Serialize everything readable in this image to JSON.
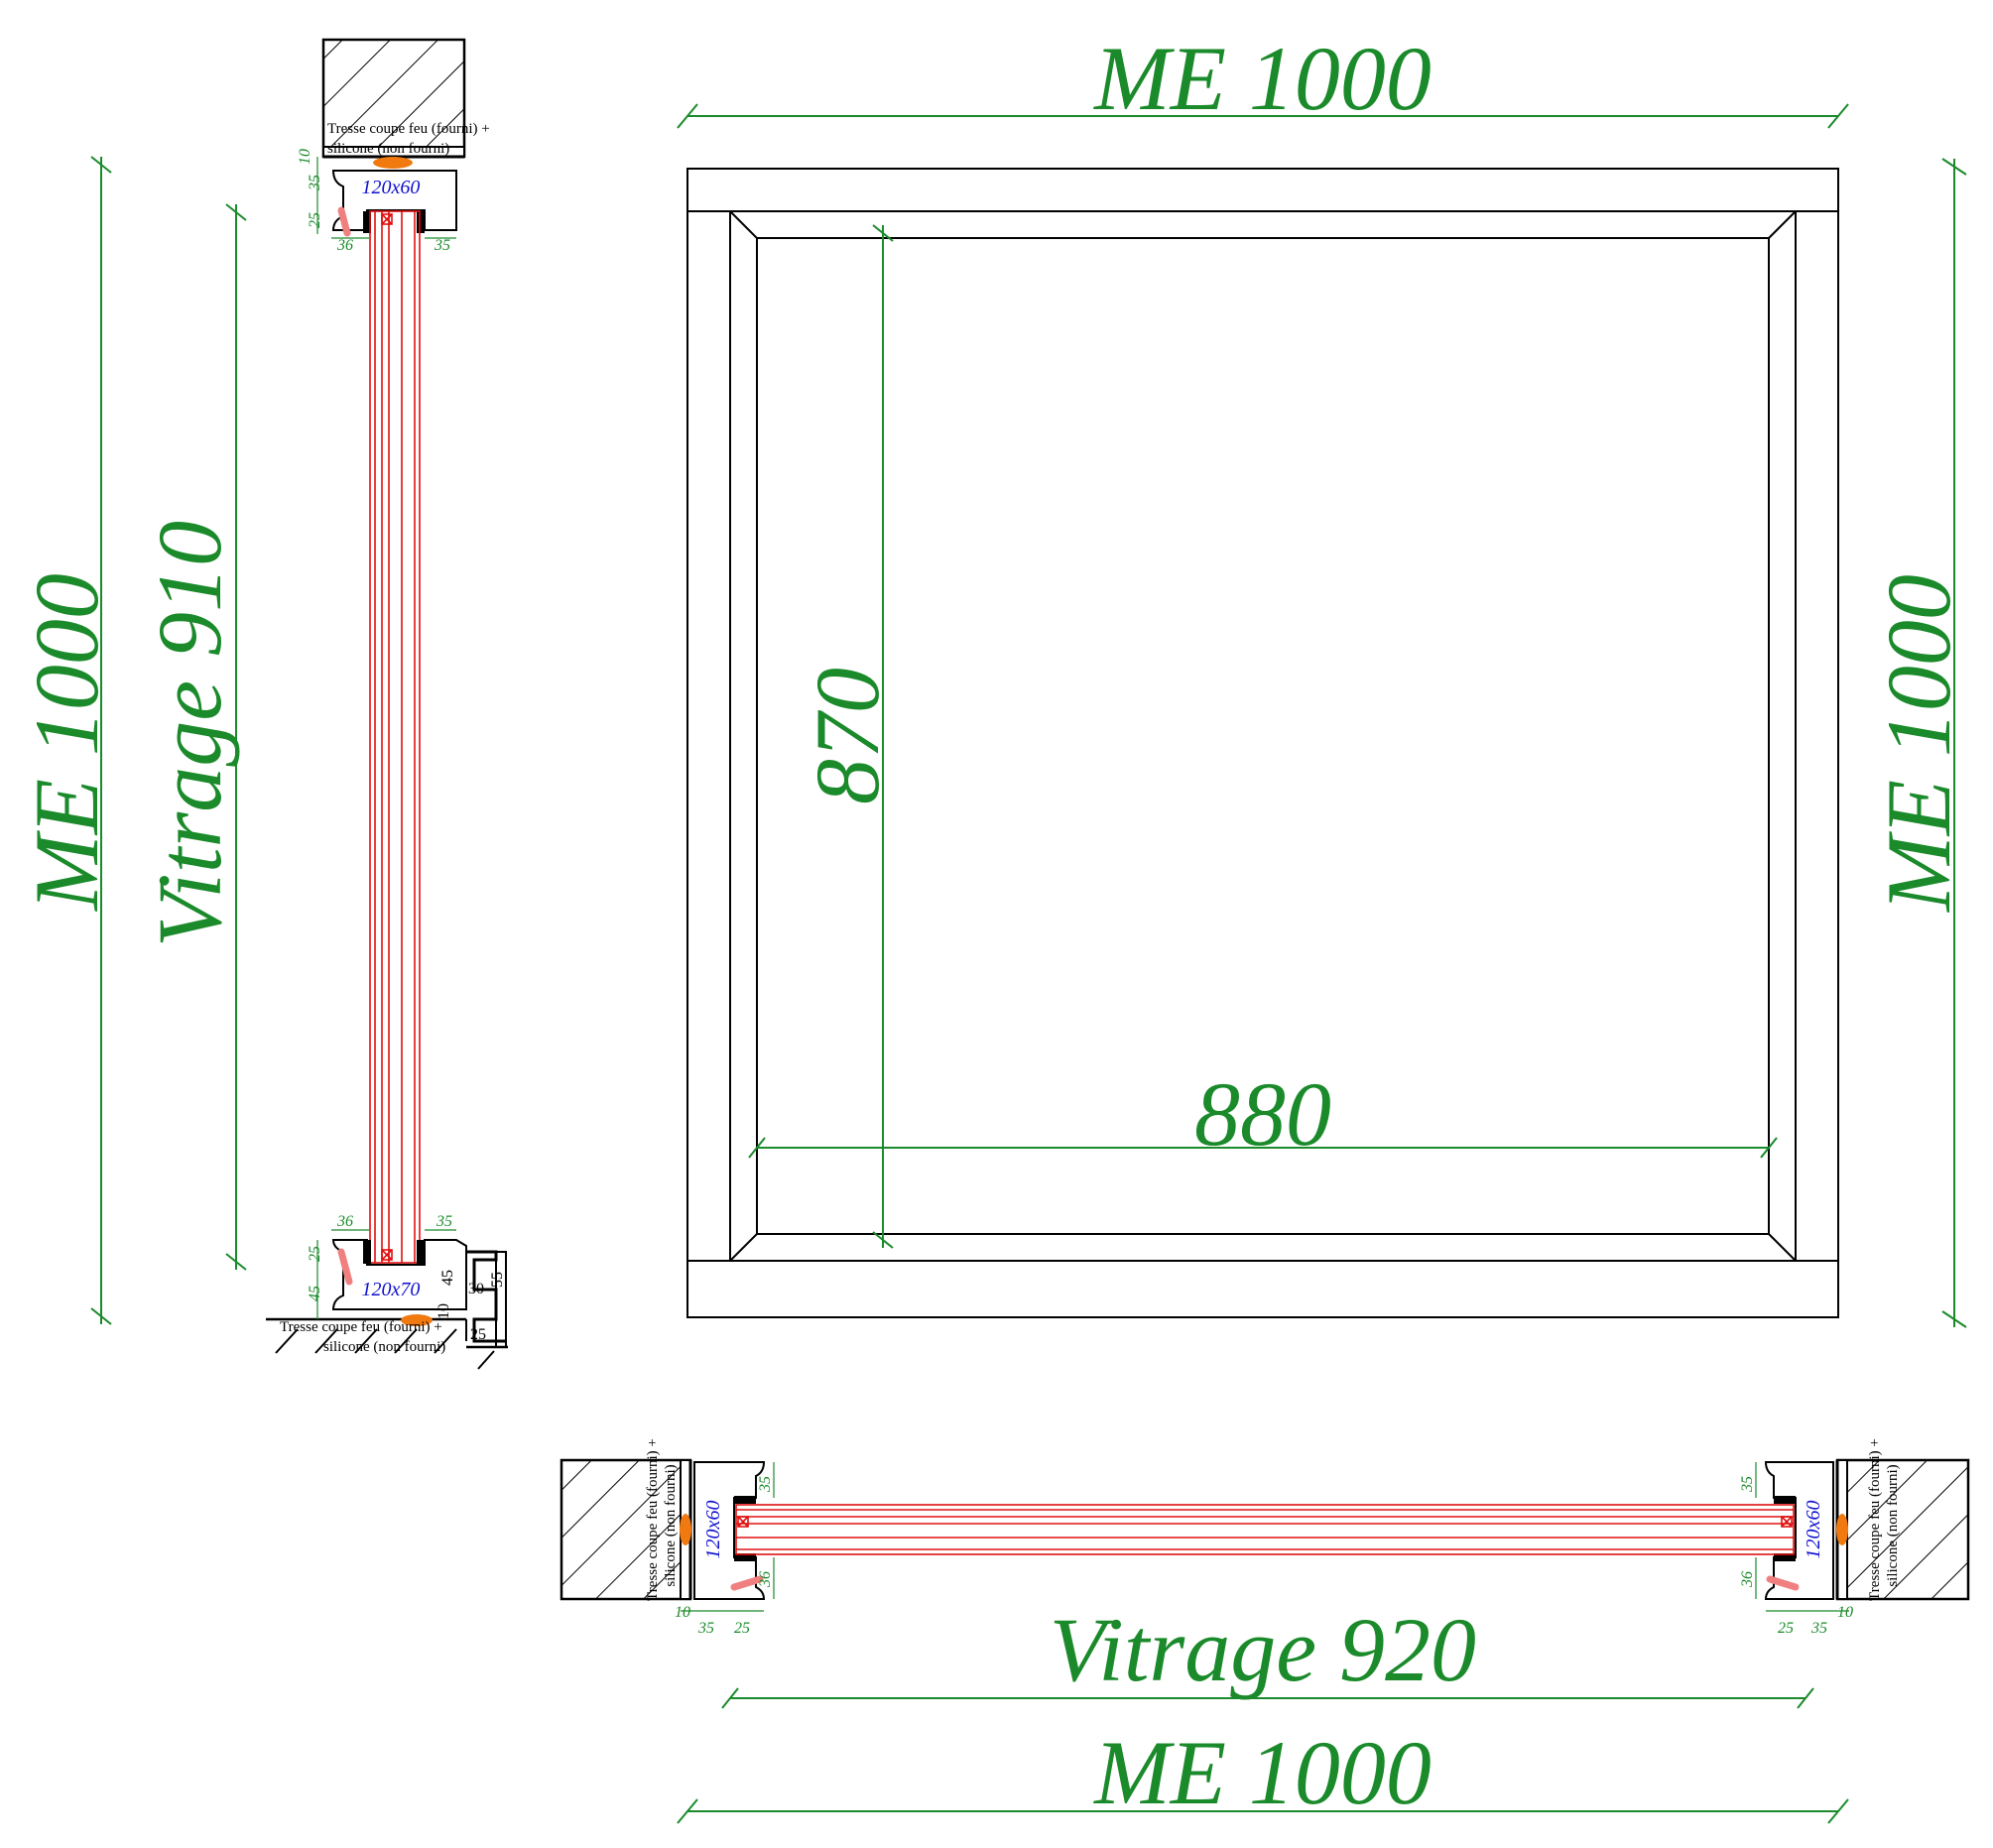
{
  "colors": {
    "dimension": "#1a8a2a",
    "glass": "#e01010",
    "seal": "#f07a10",
    "gasket": "#f08080",
    "glass_label": "#1010d0",
    "line": "#000000"
  },
  "labels": {
    "me_top": "ME 1000",
    "me_bottom": "ME 1000",
    "me_left": "ME 1000",
    "me_right": "ME 1000",
    "vitrage_left": "Vitrage 910",
    "vitrage_bottom": "Vitrage 920",
    "inner_width": "880",
    "inner_height": "870"
  },
  "section_vertical": {
    "note_top_1": "Tresse coupe feu (fourni) +",
    "note_top_2": "silicone (non fourni)",
    "note_bottom_1": "Tresse coupe feu (fourni) +",
    "note_bottom_2": "silicone (non fourni)",
    "profile_top": "120x60",
    "profile_bottom": "120x70",
    "dims": {
      "d10_top": "10",
      "d35_top": "35",
      "d25_top": "25",
      "d36_top": "36",
      "d35_top_r": "35",
      "d36_bot": "36",
      "d35_bot_r": "35",
      "d25_bot": "25",
      "d45_bot": "45",
      "d10_bot": "10",
      "d45_sill": "45",
      "d30_sill": "30",
      "d55_sill": "55",
      "d25_sill": "25"
    }
  },
  "section_horizontal": {
    "note_left_1": "Tresse coupe feu (fourni) +",
    "note_left_2": "silicone (non fourni)",
    "note_right_1": "Tresse coupe feu (fourni) +",
    "note_right_2": "silicone (non fourni)",
    "profile_left": "120x60",
    "profile_right": "120x60",
    "dims": {
      "l35v": "35",
      "l36v": "36",
      "l10": "10",
      "l35": "35",
      "l25": "25",
      "r35v": "35",
      "r36v": "36",
      "r10": "10",
      "r25": "25",
      "r35": "35"
    }
  }
}
